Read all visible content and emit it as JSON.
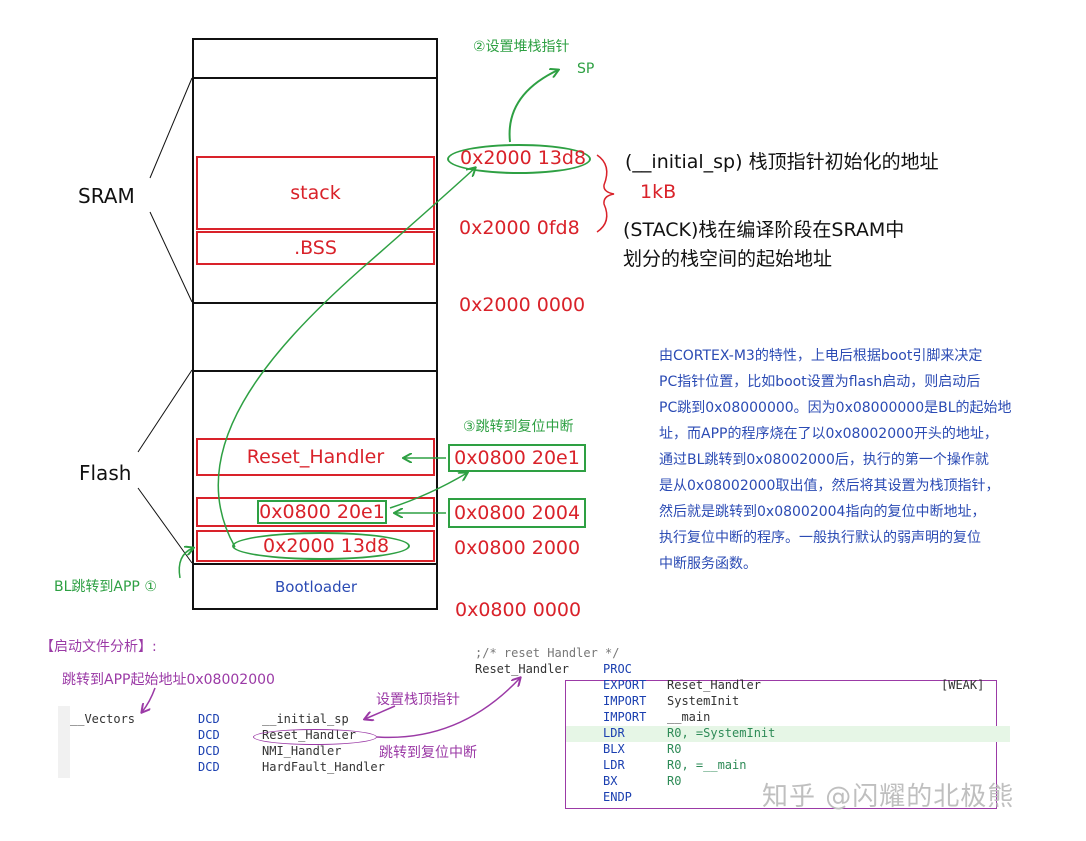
{
  "memory": {
    "sram_label": "SRAM",
    "flash_label": "Flash",
    "stack_label": "stack",
    "bss_label": ".BSS",
    "reset_handler_label": "Reset_Handler",
    "vector_reset_value": "0x0800 20e1",
    "vector_sp_value": "0x2000 13d8",
    "bootloader_label": "Bootloader"
  },
  "addresses": {
    "initial_sp": "0x2000 13d8",
    "stack_base": "0x2000 0fd8",
    "sram_base": "0x2000 0000",
    "reset_handler_addr": "0x0800 20e1",
    "app_vector_reset": "0x0800 2004",
    "app_base": "0x0800 2000",
    "flash_base": "0x0800 0000"
  },
  "annotations": {
    "step2": "②设置堆栈指针",
    "sp": "SP",
    "step3": "③跳转到复位中断",
    "step1": "BL跳转到APP ①",
    "initial_sp_desc": "(__initial_sp) 栈顶指针初始化的地址",
    "stack_size": "1kB",
    "stack_desc_line1": "(STACK)栈在编译阶段在SRAM中",
    "stack_desc_line2": "划分的栈空间的起始地址"
  },
  "note_lines": [
    "由CORTEX-M3的特性，上电后根据boot引脚来决定",
    "PC指针位置，比如boot设置为flash启动，则启动后",
    "PC跳到0x08000000。因为0x08000000是BL的起始地",
    "址，而APP的程序烧在了以0x08002000开头的地址，",
    "通过BL跳转到0x08002000后，执行的第一个操作就",
    "是从0x08002000取出值，然后将其设置为栈顶指针，",
    "然后就是跳转到0x08002004指向的复位中断地址，",
    "执行复位中断的程序。一般执行默认的弱声明的复位",
    "中断服务函数。"
  ],
  "startup": {
    "heading": "【启动文件分析】:",
    "jump_label": "跳转到APP起始地址0x08002000",
    "set_sp_label": "设置栈顶指针",
    "jump_reset_label": "跳转到复位中断",
    "vectors": [
      {
        "label": "__Vectors",
        "op": "DCD",
        "arg": "__initial_sp"
      },
      {
        "label": "",
        "op": "DCD",
        "arg": "Reset_Handler"
      },
      {
        "label": "",
        "op": "DCD",
        "arg": "NMI_Handler"
      },
      {
        "label": "",
        "op": "DCD",
        "arg": "HardFault_Handler"
      }
    ],
    "handler_comment": ";/* reset Handler */",
    "handler_name": "Reset_Handler",
    "handler_proc": "PROC",
    "handler_lines": [
      {
        "op": "EXPORT",
        "arg": "Reset_Handler",
        "extra": "[WEAK]"
      },
      {
        "op": "IMPORT",
        "arg": "SystemInit",
        "extra": ""
      },
      {
        "op": "IMPORT",
        "arg": "__main",
        "extra": ""
      },
      {
        "op": "LDR",
        "arg": "R0, =SystemInit",
        "extra": ""
      },
      {
        "op": "BLX",
        "arg": "R0",
        "extra": ""
      },
      {
        "op": "LDR",
        "arg": "R0, =__main",
        "extra": ""
      },
      {
        "op": "BX",
        "arg": "R0",
        "extra": ""
      },
      {
        "op": "ENDP",
        "arg": "",
        "extra": ""
      }
    ]
  },
  "watermark": "知乎 @闪耀的北极熊",
  "colors": {
    "red": "#d9222a",
    "green": "#2ea043",
    "purple": "#9b3aa6",
    "blue": "#2b4bb4"
  }
}
